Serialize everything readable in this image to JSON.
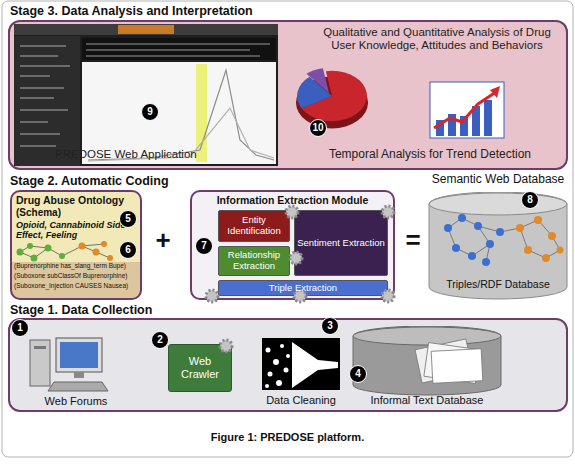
{
  "diagram": {
    "caption": "Figure 1: PREDOSE platform.",
    "nodes": [
      {
        "text": [
          "Stage 3. Data Analysis and Interpretation"
        ]
      },
      {
        "text": [
          "Drug Abuse Ontology",
          "(Schema)",
          "Opioid, Cannabinoid Side Effect, Feeling",
          "(Buprenorphine has_slang_term Bupe)",
          "(Suboxone subClassOf Buprenorphine)",
          "(Suboxone_Injection CAUSES Nausea)"
        ]
      },
      {
        "text": [
          "Information Extraction Module"
        ]
      },
      {
        "text": [
          "Entity Identification"
        ],
        "in": 2
      },
      {
        "text": [
          "Relationship Extraction"
        ],
        "in": 2
      },
      {
        "text": [
          "Sentiment Extraction"
        ],
        "in": 2
      },
      {
        "text": [
          "Triple Extraction"
        ],
        "in": 2
      },
      {
        "text": [
          "Semantic Web Database",
          "Triples/RDF Database"
        ]
      },
      {
        "text": [
          "Stage 1. Data Collection"
        ]
      },
      {
        "text": [
          "Web Crawler"
        ],
        "in": 8
      },
      {
        "text": [
          "Data Cleaning"
        ],
        "in": 8
      },
      {
        "text": [
          "Informal Text Database"
        ],
        "in": 8
      }
    ],
    "labels": [
      "9",
      "PREDOSE Web Application",
      "Qualitative and Quantitative Analysis of Drug User Knowledge, Attitudes and Behaviors",
      "10",
      "Temporal Analysis for Trend Detection",
      "Stage 2. Automatic Coding",
      "5",
      "6",
      "+",
      "7",
      "=",
      "8",
      "1",
      "2",
      "3",
      "Web Forums",
      "4"
    ]
  }
}
